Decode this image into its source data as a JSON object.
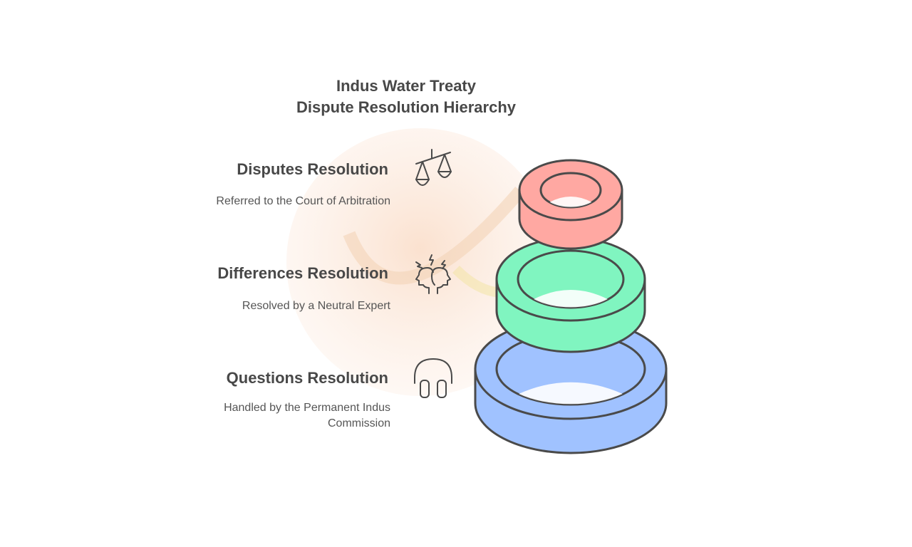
{
  "title": {
    "line1": "Indus Water Treaty",
    "line2": "Dispute Resolution Hierarchy"
  },
  "levels": [
    {
      "heading": "Disputes Resolution",
      "description": "Referred to the Court of Arbitration",
      "icon": "scales-icon",
      "color": "#FFA8A2"
    },
    {
      "heading": "Differences Resolution",
      "description": "Resolved by a Neutral Expert",
      "icon": "conflicting-heads-icon",
      "color": "#80F5C0"
    },
    {
      "heading": "Questions Resolution",
      "description": "Handled by the Permanent Indus Commission",
      "icon": "headphones-icon",
      "color": "#A0C2FF"
    }
  ],
  "outline_color": "#4A4A4A",
  "text_color": "#484848"
}
